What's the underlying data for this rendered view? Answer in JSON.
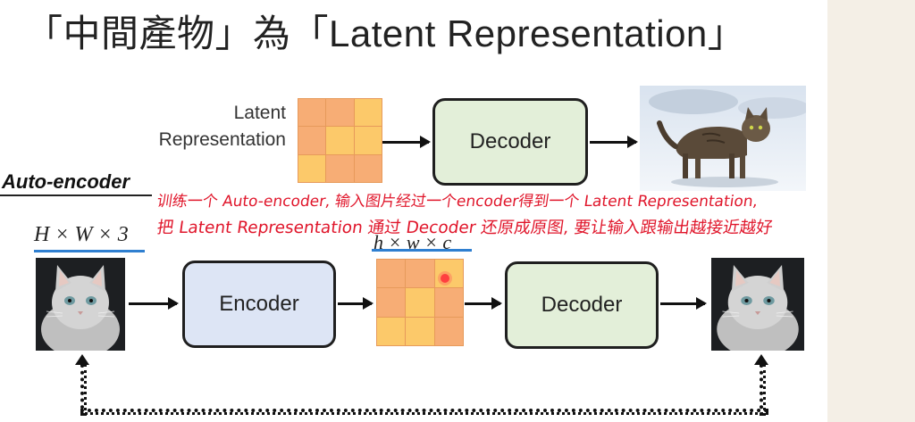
{
  "slide": {
    "title": "「中間產物」為「Latent Representation」",
    "latent_label_line1": "Latent",
    "latent_label_line2": "Representation",
    "top_decoder_label": "Decoder",
    "autoencoder_label": "Auto-encoder",
    "input_dims": "H × W × 3",
    "latent_dims": "h × w × c",
    "encoder_label": "Encoder",
    "bottom_decoder_label": "Decoder",
    "annotation_line1": "训练一个 Auto-encoder, 输入图片经过一个encoder得到一个 Latent Representation,",
    "annotation_line2": "把 Latent Representation 通过 Decoder 还原成原图, 要让输入跟输出越接近越好",
    "images": {
      "output_cat": "walking-cat-photo",
      "input_cat": "fluffy-white-cat-photo",
      "reconstructed_cat": "fluffy-white-cat-photo"
    },
    "colors": {
      "grid_orange": "#f7ad75",
      "grid_yellow": "#fcc96a",
      "decoder_fill": "#e3efd9",
      "encoder_fill": "#dde5f5",
      "annotation_red": "#e0162b",
      "underline_blue": "#2f7fd0"
    }
  }
}
